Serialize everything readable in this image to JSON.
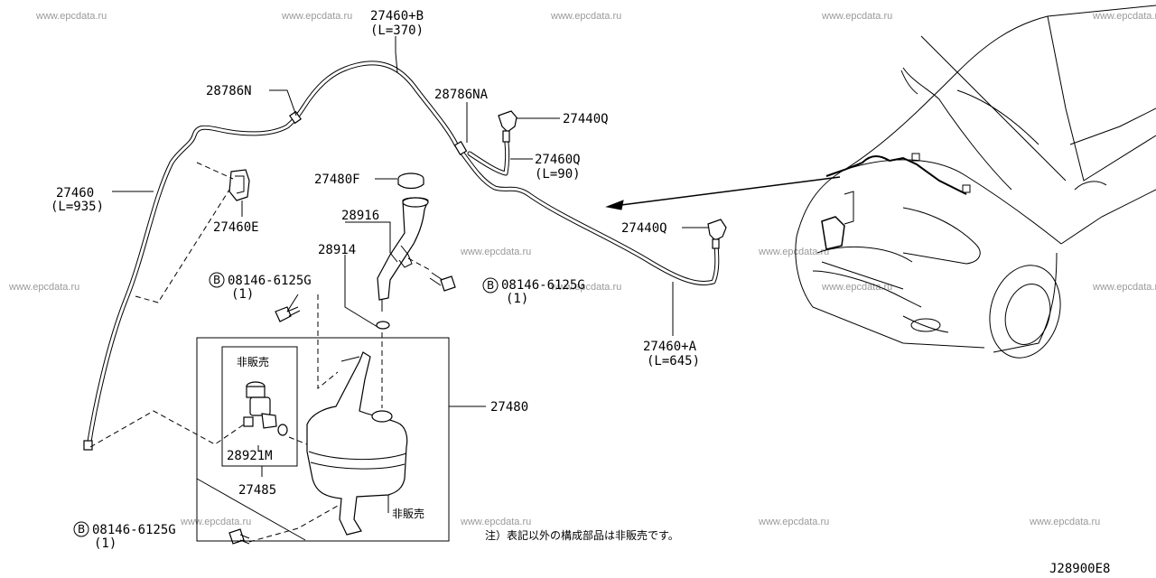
{
  "watermark": "www.epcdata.ru",
  "diagram_code": "J28900E8",
  "note": "注）表記以外の構成部品は非販売です。",
  "parts": {
    "p27460B": "27460+B",
    "p27460B_len": "(L=370)",
    "p28786N": "28786N",
    "p28786NA": "28786NA",
    "p27440Q_top": "27440Q",
    "p27460Q": "27460Q",
    "p27460Q_len": "(L=90)",
    "p27480F": "27480F",
    "p27460": "27460",
    "p27460_len": "(L=935)",
    "p27460E": "27460E",
    "p28916": "28916",
    "p28914": "28914",
    "p27440Q_mid": "27440Q",
    "bolt_left": "08146-6125G",
    "bolt_left_qty": "(1)",
    "bolt_right": "08146-6125G",
    "bolt_right_qty": "(1)",
    "bolt_bottom": "08146-6125G",
    "bolt_bottom_qty": "(1)",
    "p27460A": "27460+A",
    "p27460A_len": "(L=645)",
    "p27480": "27480",
    "not_for_sale_top": "非販売",
    "p28921M": "28921M",
    "p27485": "27485",
    "not_for_sale_bottom": "非販売",
    "bolt_marker": "B"
  }
}
